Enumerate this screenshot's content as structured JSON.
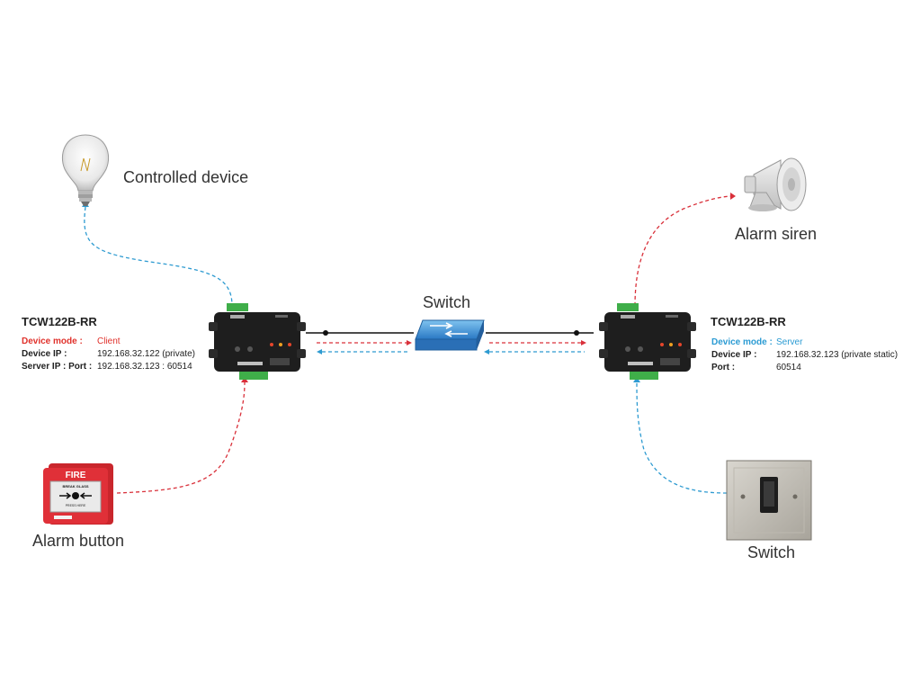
{
  "labels": {
    "controlled_device": "Controlled device",
    "alarm_siren": "Alarm siren",
    "switch_top": "Switch",
    "alarm_button": "Alarm button",
    "switch_bottom": "Switch"
  },
  "left_device": {
    "title": "TCW122B-RR",
    "mode_key": "Device mode :",
    "mode_val": "Client",
    "ip_key": "Device IP :",
    "ip_val": "192.168.32.122 (private)",
    "server_key": "Server IP : Port :",
    "server_val": "192.168.32.123 : 60514",
    "mode_color": "#e0312b"
  },
  "right_device": {
    "title": "TCW122B-RR",
    "mode_key": "Device mode :",
    "mode_val": "Server",
    "ip_key": "Device IP :",
    "ip_val": "192.168.32.123 (private static)",
    "port_key": "Port :",
    "port_val": "60514",
    "mode_color": "#2b9bd3"
  },
  "fire_call_point": {
    "header": "FIRE",
    "break_text": "BREAK GLASS",
    "press_text": "PRESS HERE"
  },
  "colors": {
    "red_line": "#d9303a",
    "blue_line": "#2e9bd1",
    "device_body": "#1e1e1e",
    "terminal_green": "#3fae49"
  },
  "icons": [
    "light-bulb-icon",
    "alarm-siren-icon",
    "network-switch-icon",
    "fire-alarm-button-icon",
    "wall-switch-icon"
  ]
}
